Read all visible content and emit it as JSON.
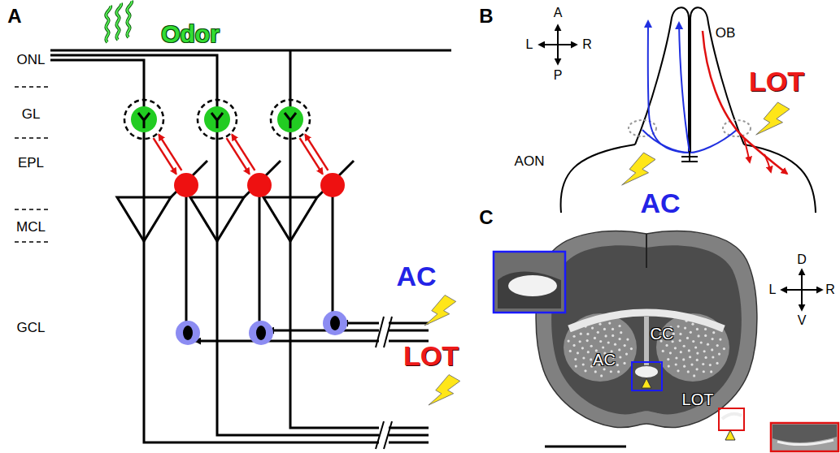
{
  "diagram": {
    "labels": [
      "A",
      "Odor",
      "ONL",
      "GL",
      "EPL",
      "MCL",
      "GCL",
      "AC",
      "LOT",
      "B",
      "A",
      "L",
      "R",
      "P",
      "OB",
      "AON",
      "LOT",
      "AC",
      "C",
      "D",
      "L",
      "R",
      "V",
      "CC",
      "AC",
      "LOT"
    ]
  }
}
